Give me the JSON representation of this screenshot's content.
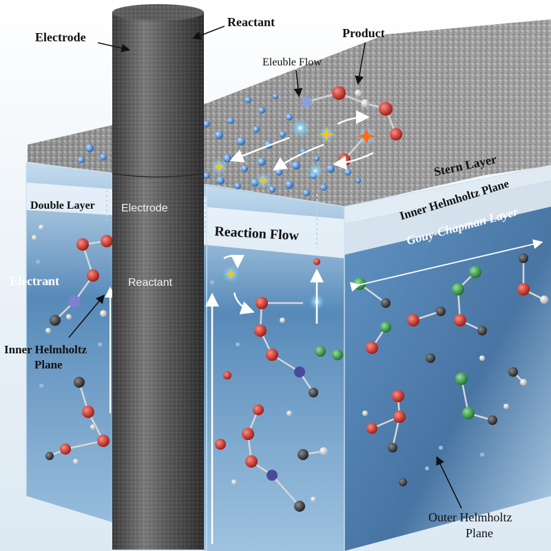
{
  "labels": {
    "electrode_top": "Electrode",
    "reactant_top": "Reactant",
    "product": "Product",
    "eleuble_flow": "Eleuble Flow",
    "double_layer": "Double Layer",
    "electrode_on_rod": "Electrode",
    "reaction_flow": "Reaction Flow",
    "stern_layer": "Stern Layer",
    "inner_helmholtz_right": "Inner Helmholtz Plane",
    "gouy_chapman": "Gouy-Chapman Layer",
    "electrant": "Electrant",
    "reactant_on_rod": "Reactant",
    "inner_helmholtz_left_line1": "Inner Helmholtz",
    "inner_helmholtz_left_line2": "Plane",
    "outer_helmholtz_line1": "Outer Helmholtz",
    "outer_helmholtz_line2": "Plane"
  },
  "colors": {
    "electrode": "#5f5f5f",
    "water": "#2f6fa8",
    "oxygen_atom": "#c9231b",
    "carbon_atom": "#3a3a3a",
    "hydrogen_atom": "#e6e6e6",
    "chlorine_atom": "#2d8a3e",
    "ion": "#3b86d9",
    "spark": "#f5c518"
  }
}
